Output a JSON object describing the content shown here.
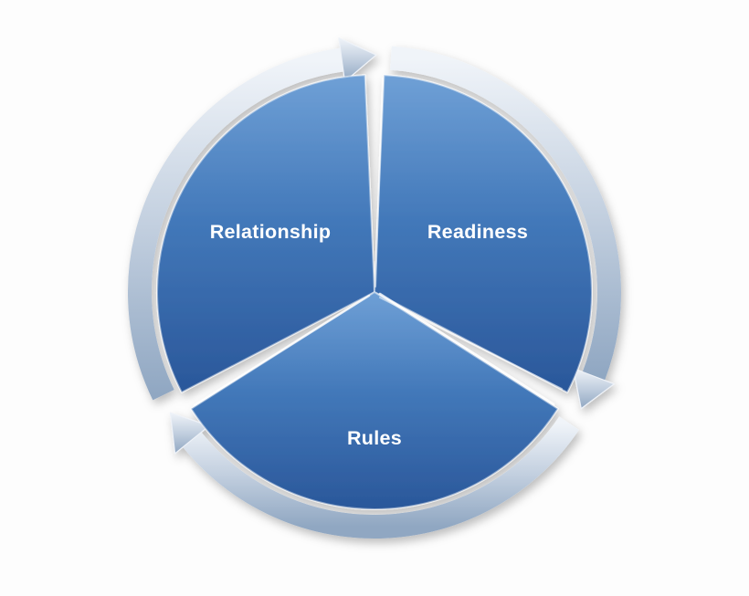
{
  "diagram": {
    "type": "segmented-cycle",
    "flow": "clockwise",
    "segments": [
      {
        "id": "relationship",
        "label": "Relationship",
        "position": "upper-left"
      },
      {
        "id": "readiness",
        "label": "Readiness",
        "position": "upper-right"
      },
      {
        "id": "rules",
        "label": "Rules",
        "position": "bottom"
      }
    ],
    "colors": {
      "segment_gradient_top": "#6fa0d6",
      "segment_gradient_mid": "#4379ba",
      "segment_gradient_bottom": "#2a579a",
      "ring_gradient_light": "#f0f4f9",
      "ring_gradient_mid": "#c2cfdf",
      "ring_gradient_dark": "#90a7c2",
      "label_color": "#ffffff",
      "background": "#fdfdfd"
    }
  }
}
